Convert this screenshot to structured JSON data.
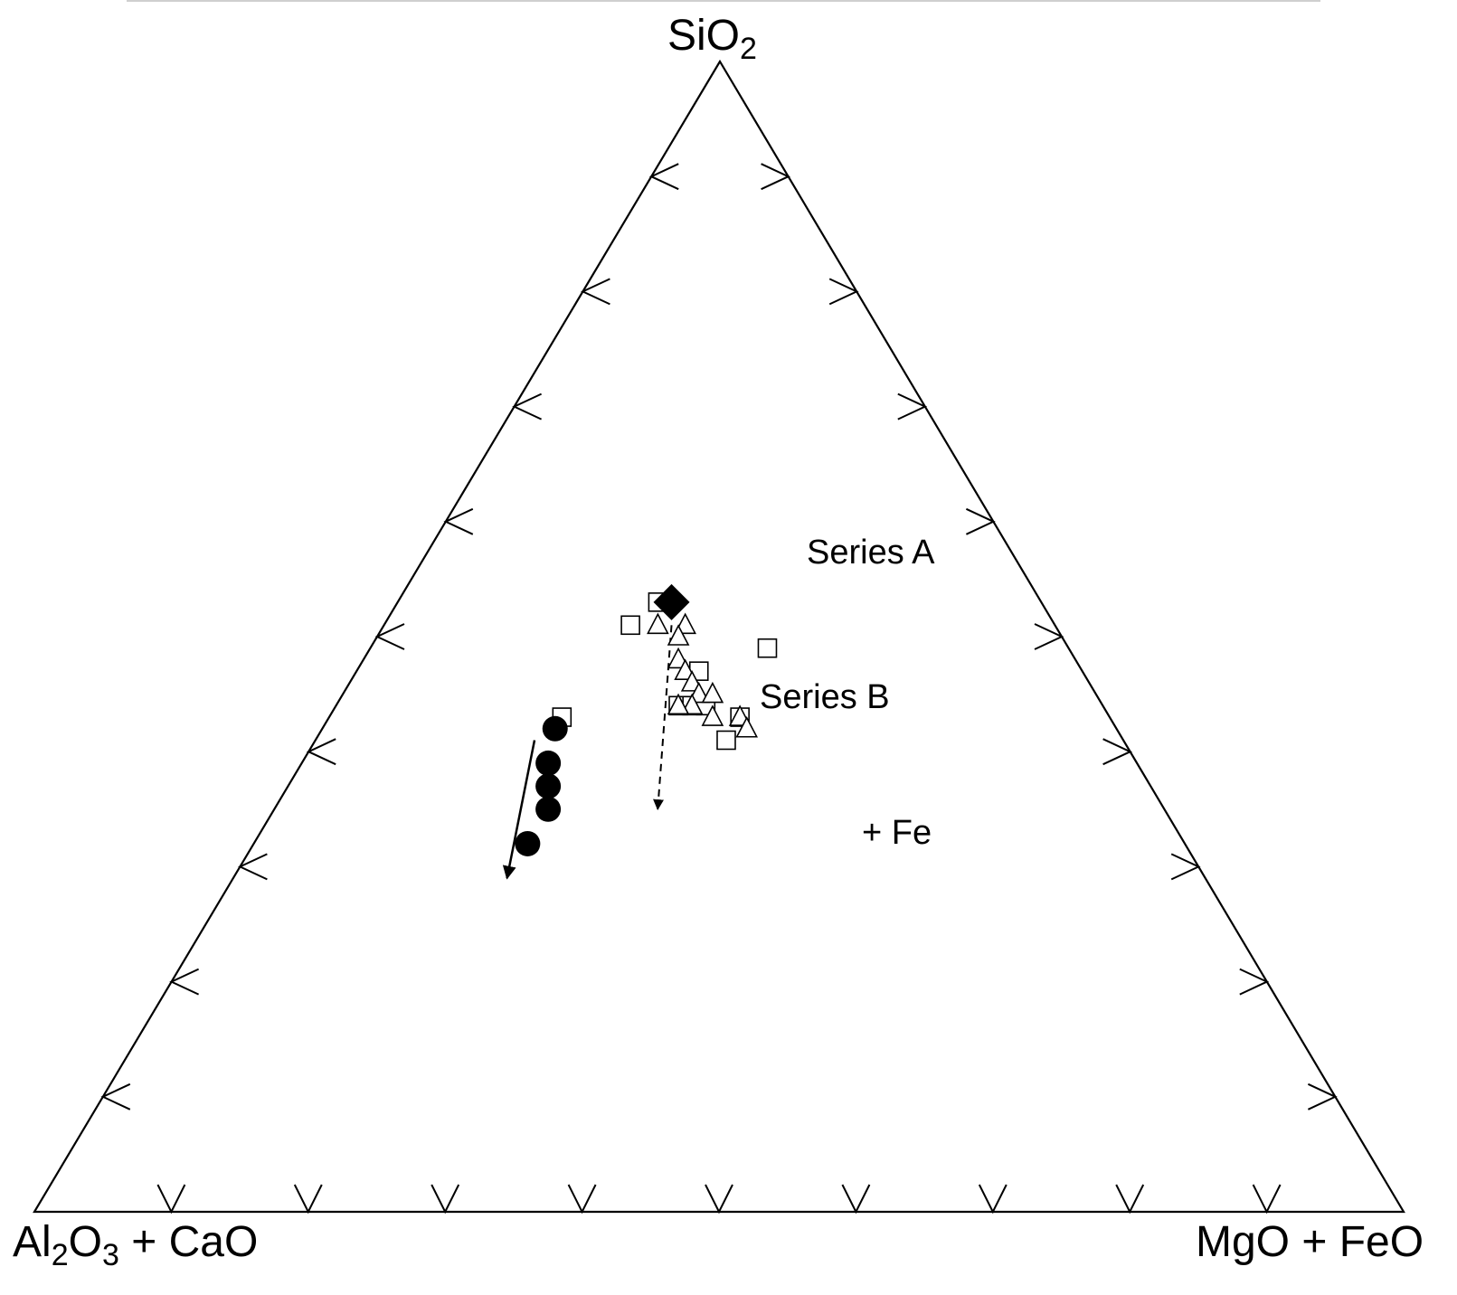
{
  "chart_data": {
    "type": "scatter",
    "subtype": "ternary",
    "apices": {
      "top": {
        "main": "SiO",
        "sub": "2"
      },
      "left": {
        "p1": "Al",
        "s1": "2",
        "p2": "O",
        "s2": "3",
        "p3": " + CaO"
      },
      "right": "MgO + FeO"
    },
    "grid": false,
    "tick_step": 0.1,
    "annotations": {
      "series_a": "Series A",
      "series_b": "Series B",
      "fe_arrow": "+ Fe"
    },
    "series": [
      {
        "name": "Series A",
        "marker": "diamond-filled",
        "color": "#000000",
        "points": [
          {
            "mgfe": 0.2,
            "sio2": 0.53
          }
        ]
      },
      {
        "marker": "square-open",
        "color": "#000000",
        "points": [
          {
            "mgfe": 0.18,
            "sio2": 0.51
          },
          {
            "mgfe": 0.19,
            "sio2": 0.53
          },
          {
            "mgfe": 0.29,
            "sio2": 0.49
          },
          {
            "mgfe": 0.25,
            "sio2": 0.47
          },
          {
            "mgfe": 0.25,
            "sio2": 0.44
          },
          {
            "mgfe": 0.26,
            "sio2": 0.44
          },
          {
            "mgfe": 0.27,
            "sio2": 0.44
          },
          {
            "mgfe": 0.3,
            "sio2": 0.43
          },
          {
            "mgfe": 0.3,
            "sio2": 0.41
          },
          {
            "mgfe": 0.17,
            "sio2": 0.43
          }
        ]
      },
      {
        "marker": "triangle-open",
        "color": "#000000",
        "points": [
          {
            "mgfe": 0.2,
            "sio2": 0.51
          },
          {
            "mgfe": 0.22,
            "sio2": 0.51
          },
          {
            "mgfe": 0.22,
            "sio2": 0.5
          },
          {
            "mgfe": 0.23,
            "sio2": 0.48
          },
          {
            "mgfe": 0.24,
            "sio2": 0.47
          },
          {
            "mgfe": 0.25,
            "sio2": 0.46
          },
          {
            "mgfe": 0.26,
            "sio2": 0.45
          },
          {
            "mgfe": 0.26,
            "sio2": 0.44
          },
          {
            "mgfe": 0.27,
            "sio2": 0.45
          },
          {
            "mgfe": 0.28,
            "sio2": 0.43
          },
          {
            "mgfe": 0.3,
            "sio2": 0.43
          },
          {
            "mgfe": 0.31,
            "sio2": 0.42
          },
          {
            "mgfe": 0.25,
            "sio2": 0.44
          }
        ]
      },
      {
        "name": "Series B",
        "marker": "circle-filled",
        "color": "#000000",
        "points": [
          {
            "mgfe": 0.17,
            "sio2": 0.42
          },
          {
            "mgfe": 0.18,
            "sio2": 0.39
          },
          {
            "mgfe": 0.19,
            "sio2": 0.37
          },
          {
            "mgfe": 0.2,
            "sio2": 0.35
          },
          {
            "mgfe": 0.2,
            "sio2": 0.32
          }
        ]
      }
    ],
    "arrows": [
      {
        "style": "solid",
        "from": {
          "mgfe": 0.16,
          "sio2": 0.41
        },
        "to": {
          "mgfe": 0.2,
          "sio2": 0.29
        }
      },
      {
        "style": "dashed",
        "from": {
          "mgfe": 0.21,
          "sio2": 0.51
        },
        "to": {
          "mgfe": 0.28,
          "sio2": 0.35
        }
      }
    ]
  }
}
